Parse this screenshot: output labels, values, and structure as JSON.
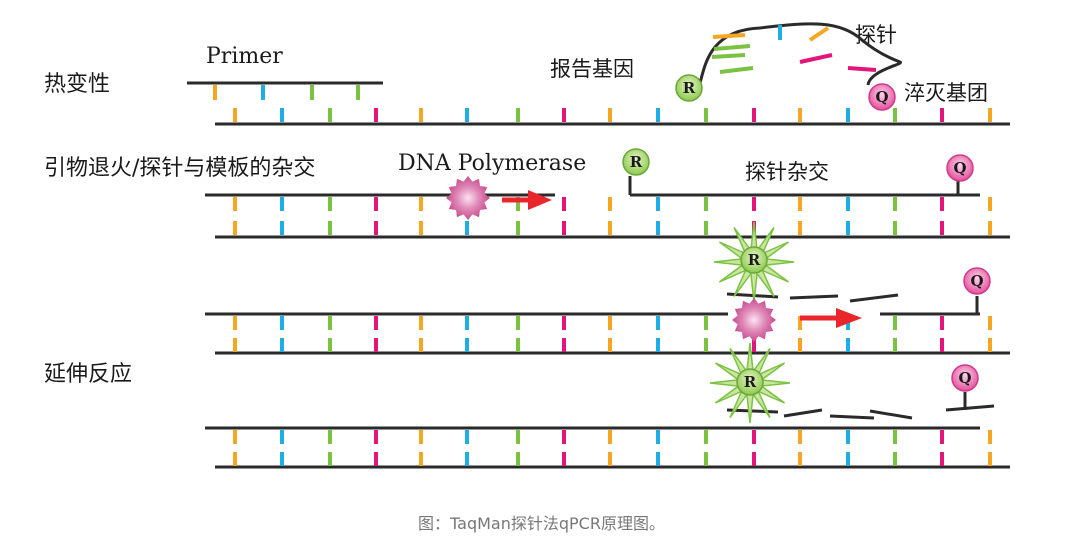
{
  "stages": {
    "denature": "热变性",
    "anneal": "引物退火/探针与模板的杂交",
    "extend": "延伸反应"
  },
  "labels": {
    "primer": "Primer",
    "reporter_gene": "报告基因",
    "probe": "探针",
    "quencher_gene": "淬灭基团",
    "polymerase": "DNA Polymerase",
    "probe_hybrid": "探针杂交"
  },
  "markers": {
    "reporter": "R",
    "quencher": "Q"
  },
  "caption": "图：TaqMan探针法qPCR原理图。",
  "colors": {
    "strand": "#2a2a2a",
    "base_orange": "#f5a623",
    "base_blue": "#1eaee3",
    "base_green": "#7cc242",
    "base_pink": "#e2157a",
    "reporter": "#a6d96a",
    "quencher": "#f06fb5",
    "polymerase": "#d94f9a",
    "arrow": "#e8262b"
  },
  "icons": [
    "reporter-circle-icon",
    "quencher-circle-icon",
    "polymerase-icon",
    "arrow-icon",
    "starburst-icon"
  ]
}
